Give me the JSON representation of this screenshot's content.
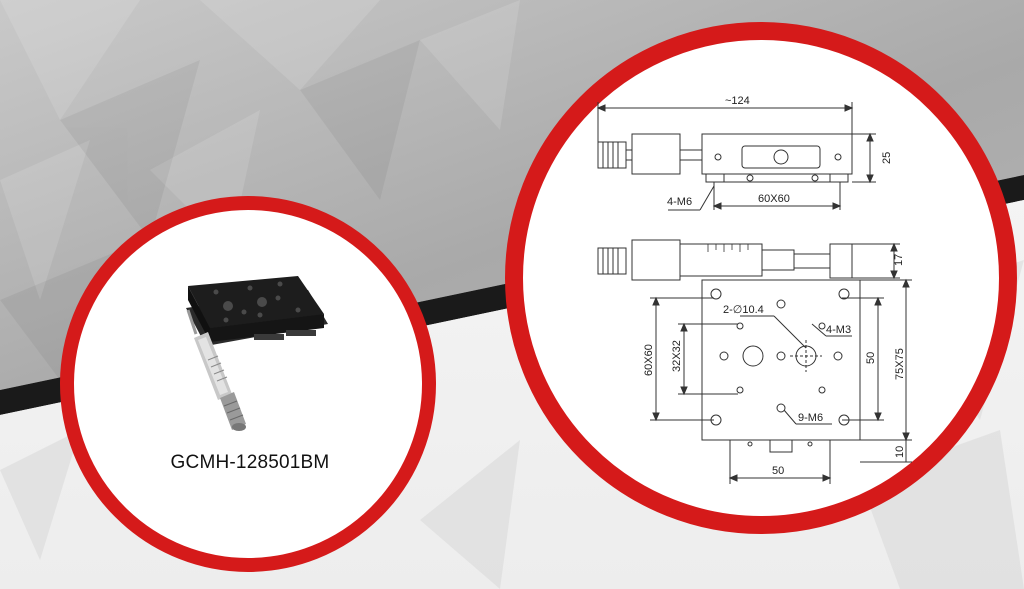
{
  "colors": {
    "ring": "#d51a1a",
    "background_top": "#b5b5b5",
    "background_band": "#1a1a1a",
    "background_bottom": "#f2f2f2",
    "stage_body": "#1d1d1d",
    "micrometer": "#b8b8b8",
    "line": "#333333"
  },
  "product": {
    "model": "GCMH-128501BM"
  },
  "drawing": {
    "top_view": {
      "overall_length": "~124",
      "height": "25",
      "mount_holes": "4-M6",
      "mount_pattern": "60X60"
    },
    "front_view": {
      "height_micrometer": "17",
      "large_holes": "2-∅10.4",
      "small_holes": "4-M3",
      "threaded_holes": "9-M6",
      "inner_pattern": "32X32",
      "outer_pattern": "60X60",
      "pitch_vertical": "50",
      "platform_size": "75X75",
      "pitch_horizontal": "50",
      "bottom_offset": "10"
    }
  }
}
